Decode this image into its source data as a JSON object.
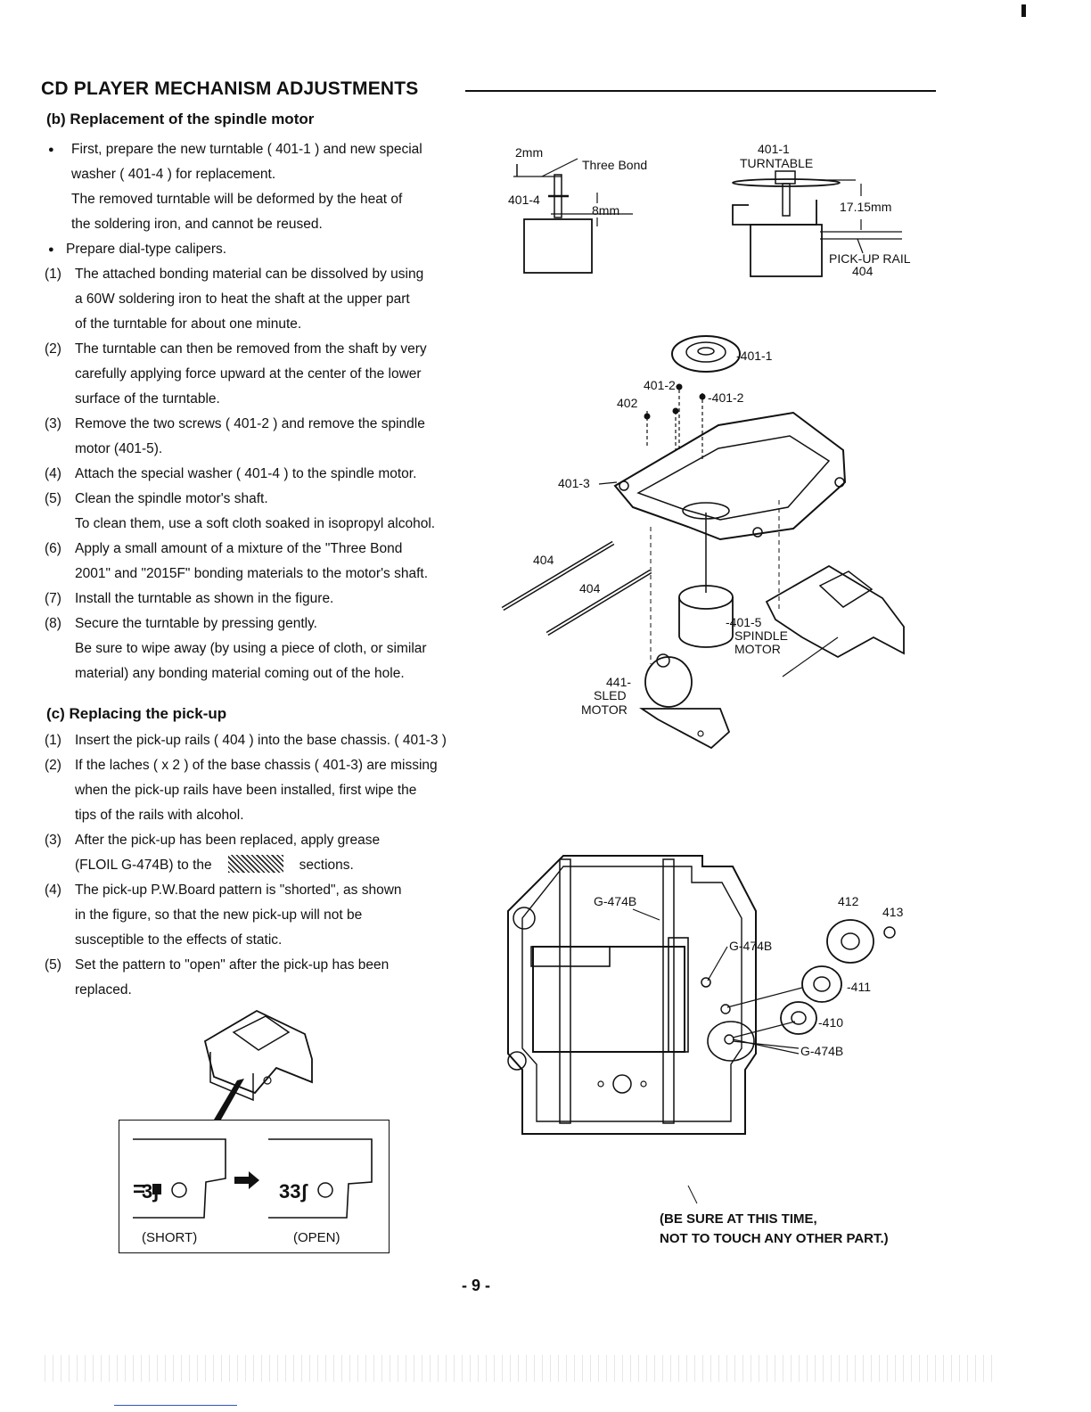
{
  "header": {
    "title": "CD PLAYER MECHANISM ADJUSTMENTS"
  },
  "section_b": {
    "heading": "(b) Replacement of the spindle motor",
    "items": [
      {
        "marker": "●",
        "lines": [
          "First, prepare the new turntable ( 401-1 ) and new special",
          "washer ( 401-4 ) for replacement.",
          "The removed turntable will be deformed by the heat of",
          "the soldering iron, and cannot be reused."
        ]
      },
      {
        "marker": "●",
        "lines": [
          "Prepare dial-type calipers."
        ]
      },
      {
        "marker": "(1)",
        "lines": [
          "The attached bonding material can be dissolved by using",
          "a 60W soldering iron to heat the shaft at the upper part",
          "of the turntable for about one minute."
        ]
      },
      {
        "marker": "(2)",
        "lines": [
          "The turntable can then be removed from the shaft by very",
          "carefully applying force upward at the center of the lower",
          "surface of the turntable."
        ]
      },
      {
        "marker": "(3)",
        "lines": [
          "Remove the two screws ( 401-2 ) and remove the spindle",
          "motor (401-5)."
        ]
      },
      {
        "marker": "(4)",
        "lines": [
          "Attach the special washer ( 401-4 ) to the spindle motor."
        ]
      },
      {
        "marker": "(5)",
        "lines": [
          "Clean the spindle motor's shaft.",
          "To clean them, use a soft cloth soaked in isopropyl alcohol."
        ]
      },
      {
        "marker": "(6)",
        "lines": [
          "Apply a small amount of a mixture of the \"Three Bond",
          "2001\" and \"2015F\" bonding materials to the motor's shaft."
        ]
      },
      {
        "marker": "(7)",
        "lines": [
          "Install the turntable as shown in the figure."
        ]
      },
      {
        "marker": "(8)",
        "lines": [
          "Secure the turntable by pressing gently.",
          "Be sure to wipe away (by using a piece of cloth, or similar",
          "material) any bonding material coming out of the hole."
        ]
      }
    ]
  },
  "section_c": {
    "heading": "(c) Replacing the pick-up",
    "items": [
      {
        "marker": "(1)",
        "lines": [
          "Insert the pick-up rails ( 404 ) into the base chassis. ( 401-3 )"
        ]
      },
      {
        "marker": "(2)",
        "lines": [
          "If  the laches ( x 2 ) of the base chassis ( 401-3) are missing",
          "when the pick-up rails have been installed, first wipe the",
          "tips of  the rails with alcohol."
        ]
      },
      {
        "marker": "(3)",
        "lines": [
          "After the pick-up has been replaced, apply grease"
        ],
        "line2_before": "(FLOIL G-474B) to the",
        "line2_after": "sections."
      },
      {
        "marker": "(4)",
        "lines": [
          "The pick-up P.W.Board pattern is \"shorted\", as shown",
          "in the figure, so that the new pick-up will not be",
          "susceptible to the effects of static."
        ]
      },
      {
        "marker": "(5)",
        "lines": [
          "Set the pattern to \"open\" after the pick-up has been",
          "replaced."
        ]
      }
    ]
  },
  "fig_turntable": {
    "dim_2mm": "2mm",
    "three_bond": "Three Bond",
    "washer": "401-4",
    "dim_8mm": "8mm",
    "part_turntable_no": "401-1",
    "part_turntable": "TURNTABLE",
    "dim_height": "17.15mm",
    "rail_label": "PICK-UP RAIL",
    "rail_no": "404"
  },
  "fig_exploded": {
    "l_401_1": "-401-1",
    "l_401_2a": "401-2-",
    "l_401_2b": "-401-2",
    "l_402": "402",
    "l_401_3": "401-3",
    "l_404a": "404",
    "l_404b": "404",
    "l_401_5": "-401-5",
    "l_spindle": "SPINDLE",
    "l_motor": "MOTOR",
    "l_441": "441-",
    "l_sled": "SLED",
    "l_sled_motor": "MOTOR"
  },
  "fig_grease": {
    "g1": "G-474B",
    "g2": "G-474B",
    "g3": "G-474B",
    "p412": "412",
    "p413": "413",
    "p411": "-411",
    "p410": "-410"
  },
  "fig_pattern": {
    "short": "(SHORT)",
    "open": "(OPEN)"
  },
  "caution": {
    "line1": "(BE SURE AT THIS TIME,",
    "line2": "NOT TO TOUCH ANY OTHER PART.)"
  },
  "footer": {
    "page": "- 9 -"
  }
}
